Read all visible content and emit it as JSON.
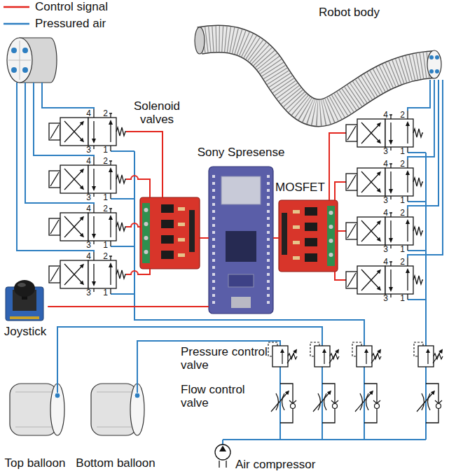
{
  "diagram": {
    "nodes": [
      {
        "text": [
          "Robot body"
        ]
      },
      {
        "text": [
          "4",
          "2",
          "3",
          "1"
        ]
      },
      {
        "text": [
          "4",
          "2",
          "3",
          "1"
        ]
      },
      {
        "text": [
          "4",
          "2",
          "3",
          "1"
        ]
      },
      {
        "text": [
          "4",
          "2",
          "3",
          "1"
        ]
      },
      {
        "text": [
          "Sony Spresense"
        ]
      },
      {
        "text": [
          "4",
          "2",
          "3",
          "1"
        ]
      },
      {
        "text": [
          "4",
          "2",
          "3",
          "1"
        ]
      },
      {
        "text": [
          "4",
          "2",
          "3",
          "1"
        ]
      },
      {
        "text": [
          "4",
          "2",
          "3",
          "1"
        ]
      },
      {
        "text": [
          "Joystick"
        ]
      },
      {
        "text": [
          "Top balloon"
        ]
      },
      {
        "text": [
          "Bottom balloon"
        ]
      },
      {
        "text": [
          "Air compressor"
        ]
      }
    ],
    "edges": [
      {
        "from": 6,
        "to": 0,
        "arrow": "none"
      },
      {
        "from": 7,
        "to": 0,
        "arrow": "none"
      },
      {
        "from": 8,
        "to": 0,
        "arrow": "none"
      },
      {
        "from": 9,
        "to": 0,
        "arrow": "none"
      },
      {
        "from": 10,
        "to": 5,
        "arrow": "none"
      }
    ],
    "labels": [
      "Solenoid valves",
      "MOSFET",
      "Pressure control valve",
      "Flow control valve"
    ],
    "legend": [
      {
        "text": "Control signal"
      },
      {
        "text": "Pressured air"
      }
    ]
  }
}
